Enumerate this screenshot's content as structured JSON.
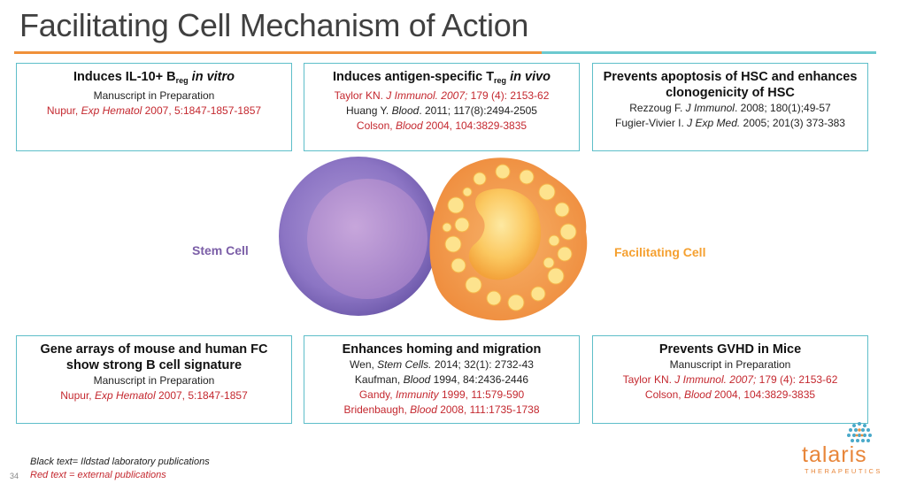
{
  "slide": {
    "title": "Facilitating Cell Mechanism of Action",
    "page_number": "34"
  },
  "boxes": {
    "breg": {
      "head_pre": "Induces IL-10+ B",
      "head_sub": "reg",
      "head_em": " in vitro",
      "line1": "Manuscript in Preparation",
      "ref_author": "Nupur, ",
      "ref_journal": "Exp Hematol",
      "ref_rest": " 2007, 5:1847-1857-1857"
    },
    "treg": {
      "head_pre": "Induces antigen-specific T",
      "head_sub": "reg",
      "head_em": " in vivo",
      "ref1_author": "Taylor KN. ",
      "ref1_journal": "J Immunol. 2007;",
      "ref1_rest": " 179 (4): 2153-62",
      "ref2_author": "Huang Y. ",
      "ref2_journal": "Blood",
      "ref2_rest": ". 2011; 117(8):2494-2505",
      "ref3_author": "Colson, ",
      "ref3_journal": "Blood",
      "ref3_rest": " 2004, 104:3829-3835"
    },
    "hsc": {
      "head1": "Prevents apoptosis of HSC and enhances",
      "head2": "clonogenicity of HSC",
      "ref1_author": "Rezzoug F. ",
      "ref1_journal": "J Immunol",
      "ref1_rest": ". 2008; 180(1);49-57",
      "ref2_author": "Fugier-Vivier I. ",
      "ref2_journal": "J Exp Med.",
      "ref2_rest": " 2005; 201(3) 373-383"
    },
    "gene": {
      "head1": "Gene arrays of mouse and human FC",
      "head2": "show strong B cell signature",
      "line1": "Manuscript in Preparation",
      "ref_author": "Nupur, ",
      "ref_journal": "Exp Hematol",
      "ref_rest": " 2007, 5:1847-1857"
    },
    "homing": {
      "head": "Enhances homing and migration",
      "ref1_author": "Wen, ",
      "ref1_journal": "Stem Cells.",
      "ref1_rest": " 2014; 32(1): 2732-43",
      "ref2_author": "Kaufman, ",
      "ref2_journal": "Blood",
      "ref2_rest": " 1994, 84:2436-2446",
      "ref3_author": "Gandy, ",
      "ref3_journal": "Immunity",
      "ref3_rest": " 1999, 11:579-590",
      "ref4_author": "Bridenbaugh, ",
      "ref4_journal": "Blood",
      "ref4_rest": " 2008, 111:1735-1738"
    },
    "gvhd": {
      "head": "Prevents GVHD in Mice",
      "line1": "Manuscript in Preparation",
      "ref1_author": "Taylor KN. ",
      "ref1_journal": "J Immunol. 2007;",
      "ref1_rest": " 179 (4): 2153-62",
      "ref2_author": "Colson, ",
      "ref2_journal": "Blood",
      "ref2_rest": " 2004, 104:3829-3835"
    }
  },
  "cells": {
    "stem_label": "Stem Cell",
    "facilitating_label": "Facilitating Cell"
  },
  "legend": {
    "black": "Black text= Ildstad laboratory publications",
    "red": "Red text = external publications"
  },
  "logo": {
    "name": "talaris",
    "tagline": "THERAPEUTICS"
  },
  "colors": {
    "accent_orange": "#f0913a",
    "accent_teal": "#6cc9cf",
    "box_border": "#5ebec9",
    "ref_red": "#c4282f",
    "stem_purple": "#7b5ea7",
    "facilitating_orange": "#f5a030"
  }
}
